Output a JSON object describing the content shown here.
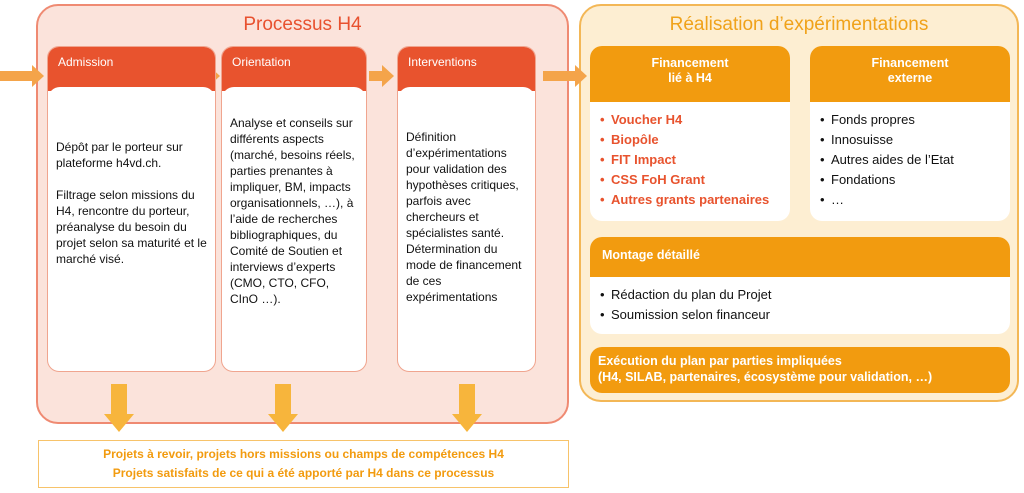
{
  "left_panel": {
    "title": "Processus H4",
    "columns": [
      {
        "header": "Admission",
        "paragraphs": [
          "Dépôt par le porteur sur plateforme h4vd.ch.",
          "Filtrage selon missions du H4, rencontre du porteur, préanalyse du besoin du projet selon sa maturité et le marché visé."
        ]
      },
      {
        "header": "Orientation",
        "paragraphs": [
          "Analyse et conseils sur différents aspects (marché, besoins réels, parties prenantes à impliquer, BM, impacts organisationnels, …), à l’aide de recherches bibliographiques, du Comité de Soutien et interviews d’experts (CMO, CTO, CFO, CInO …)."
        ]
      },
      {
        "header": "Interventions",
        "paragraphs": [
          "Définition d’expérimentations pour validation des hypothèses critiques, parfois avec chercheurs et spécialistes santé. Détermination du mode de financement de ces expérimentations"
        ]
      }
    ]
  },
  "right_panel": {
    "title": "Réalisation d’expérimentations",
    "financement_h4": {
      "header_line1": "Financement",
      "header_line2": "lié à H4",
      "items": [
        "Voucher H4",
        "Biopôle",
        "FIT Impact",
        "CSS FoH Grant",
        "Autres grants partenaires"
      ]
    },
    "financement_externe": {
      "header_line1": "Financement",
      "header_line2": "externe",
      "items": [
        "Fonds propres",
        "Innosuisse",
        "Autres aides de l’Etat",
        "Fondations",
        "…"
      ]
    },
    "montage": {
      "header": "Montage détaillé",
      "items": [
        "Rédaction du plan du Projet",
        "Soumission selon financeur"
      ]
    },
    "execution": {
      "line1": "Exécution du plan par parties impliquées",
      "line2": "(H4, SILAB, partenaires, écosystème pour validation, …)"
    }
  },
  "bottom": {
    "line1": "Projets à revoir, projets hors missions ou champs de compétences H4",
    "line2": "Projets satisfaits de ce qui a été apporté par H4 dans ce processus"
  },
  "colors": {
    "process_accent": "#e8532e",
    "realisation_accent": "#f29b0f",
    "arrow": "#f4a44a"
  }
}
